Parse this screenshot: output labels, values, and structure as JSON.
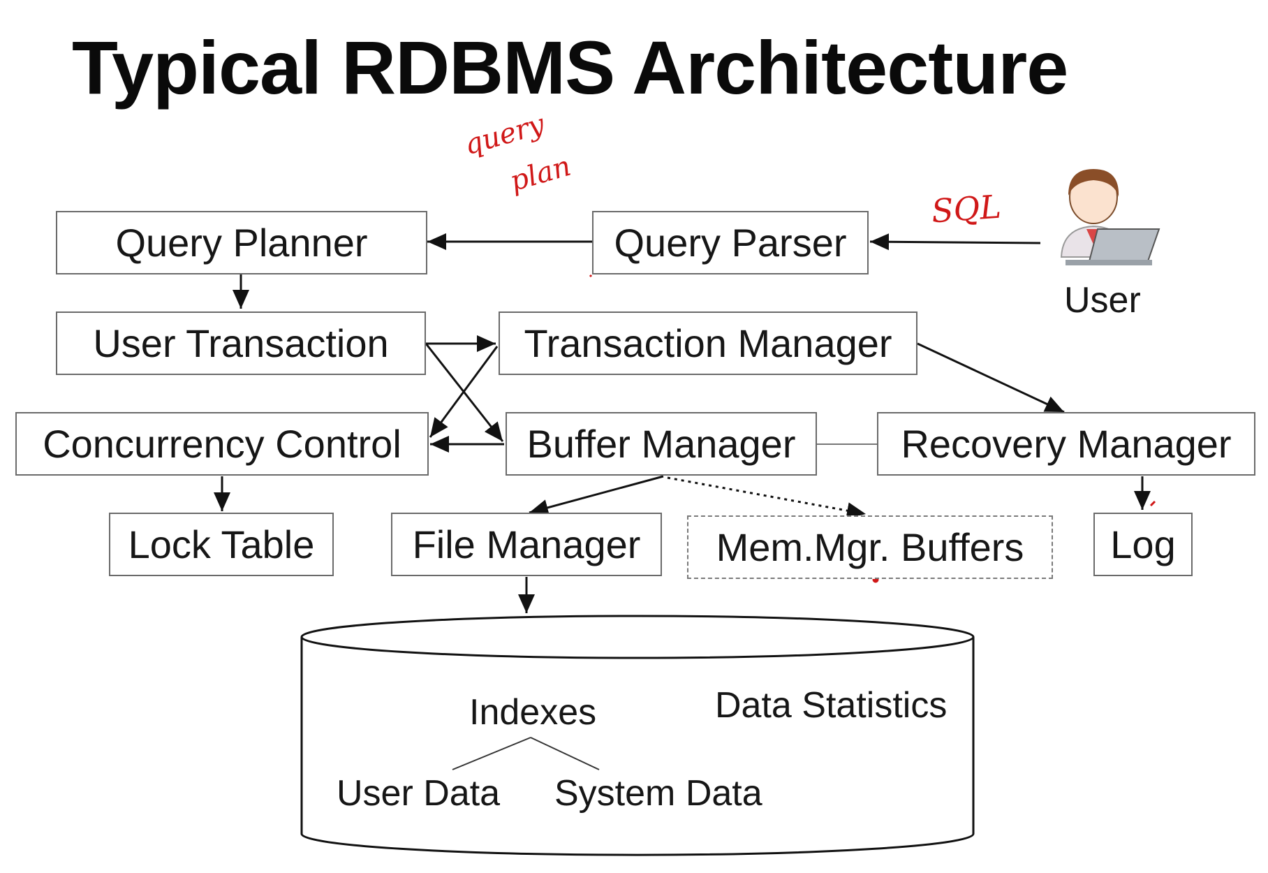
{
  "title": "Typical RDBMS Architecture",
  "components": {
    "query_planner": "Query Planner",
    "query_parser": "Query Parser",
    "user_transaction": "User Transaction",
    "transaction_manager": "Transaction Manager",
    "concurrency_control": "Concurrency Control",
    "buffer_manager": "Buffer Manager",
    "recovery_manager": "Recovery Manager",
    "lock_table": "Lock Table",
    "file_manager": "File Manager",
    "mem_mgr_buffers": "Mem.Mgr. Buffers",
    "log": "Log"
  },
  "user": {
    "label": "User",
    "icon": "user-at-laptop-icon"
  },
  "storage": {
    "indexes": "Indexes",
    "data_statistics": "Data Statistics",
    "user_data": "User Data",
    "system_data": "System Data"
  },
  "annotations": {
    "query_plan_line1": "query",
    "query_plan_line2": "plan",
    "sql": "SQL"
  },
  "colors": {
    "ink": "#111111",
    "box_border": "#6a6a6a",
    "annotation": "#d01818"
  }
}
